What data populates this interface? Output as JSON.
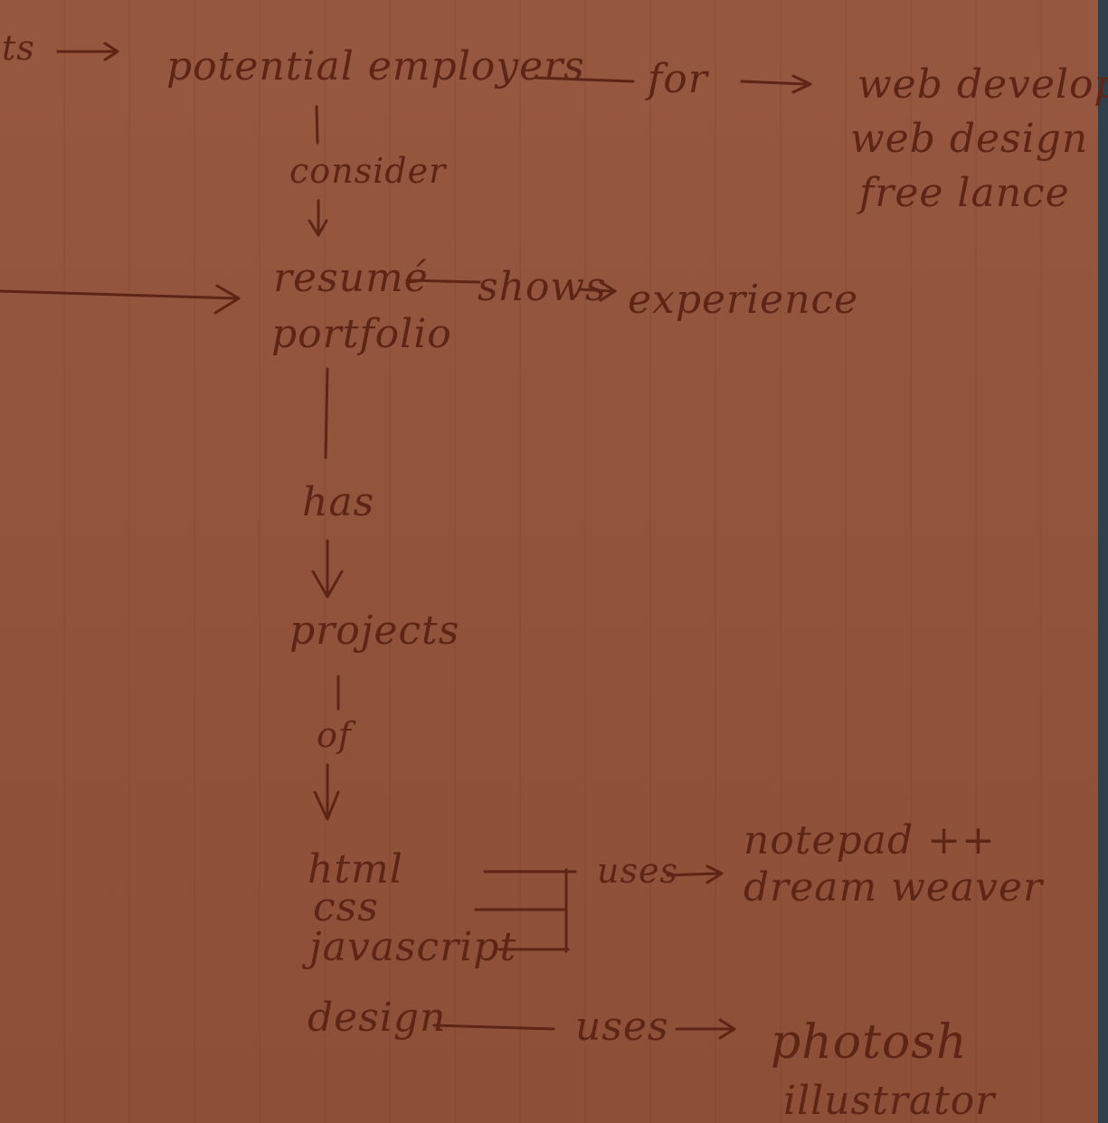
{
  "nodes": {
    "fragment_ts": "ts",
    "potential_employers": "potential employers",
    "web_development": "web developm",
    "web_design": "web design",
    "free_lance": "free lance",
    "resume": "resumé",
    "portfolio": "portfolio",
    "experience": "experience",
    "projects": "projects",
    "html": "html",
    "css": "css",
    "javascript": "javascript",
    "design": "design",
    "notepad": "notepad ++",
    "dreamweaver": "dream weaver",
    "photoshop": "photosh",
    "illustrator": "illustrator"
  },
  "edges": {
    "for": "for",
    "consider": "consider",
    "shows": "shows",
    "has": "has",
    "of": "of",
    "uses_code": "uses",
    "uses_design": "uses"
  },
  "colors": {
    "paper": "#93523a",
    "ink": "#5e2414",
    "edge": "#2f3f4b"
  }
}
